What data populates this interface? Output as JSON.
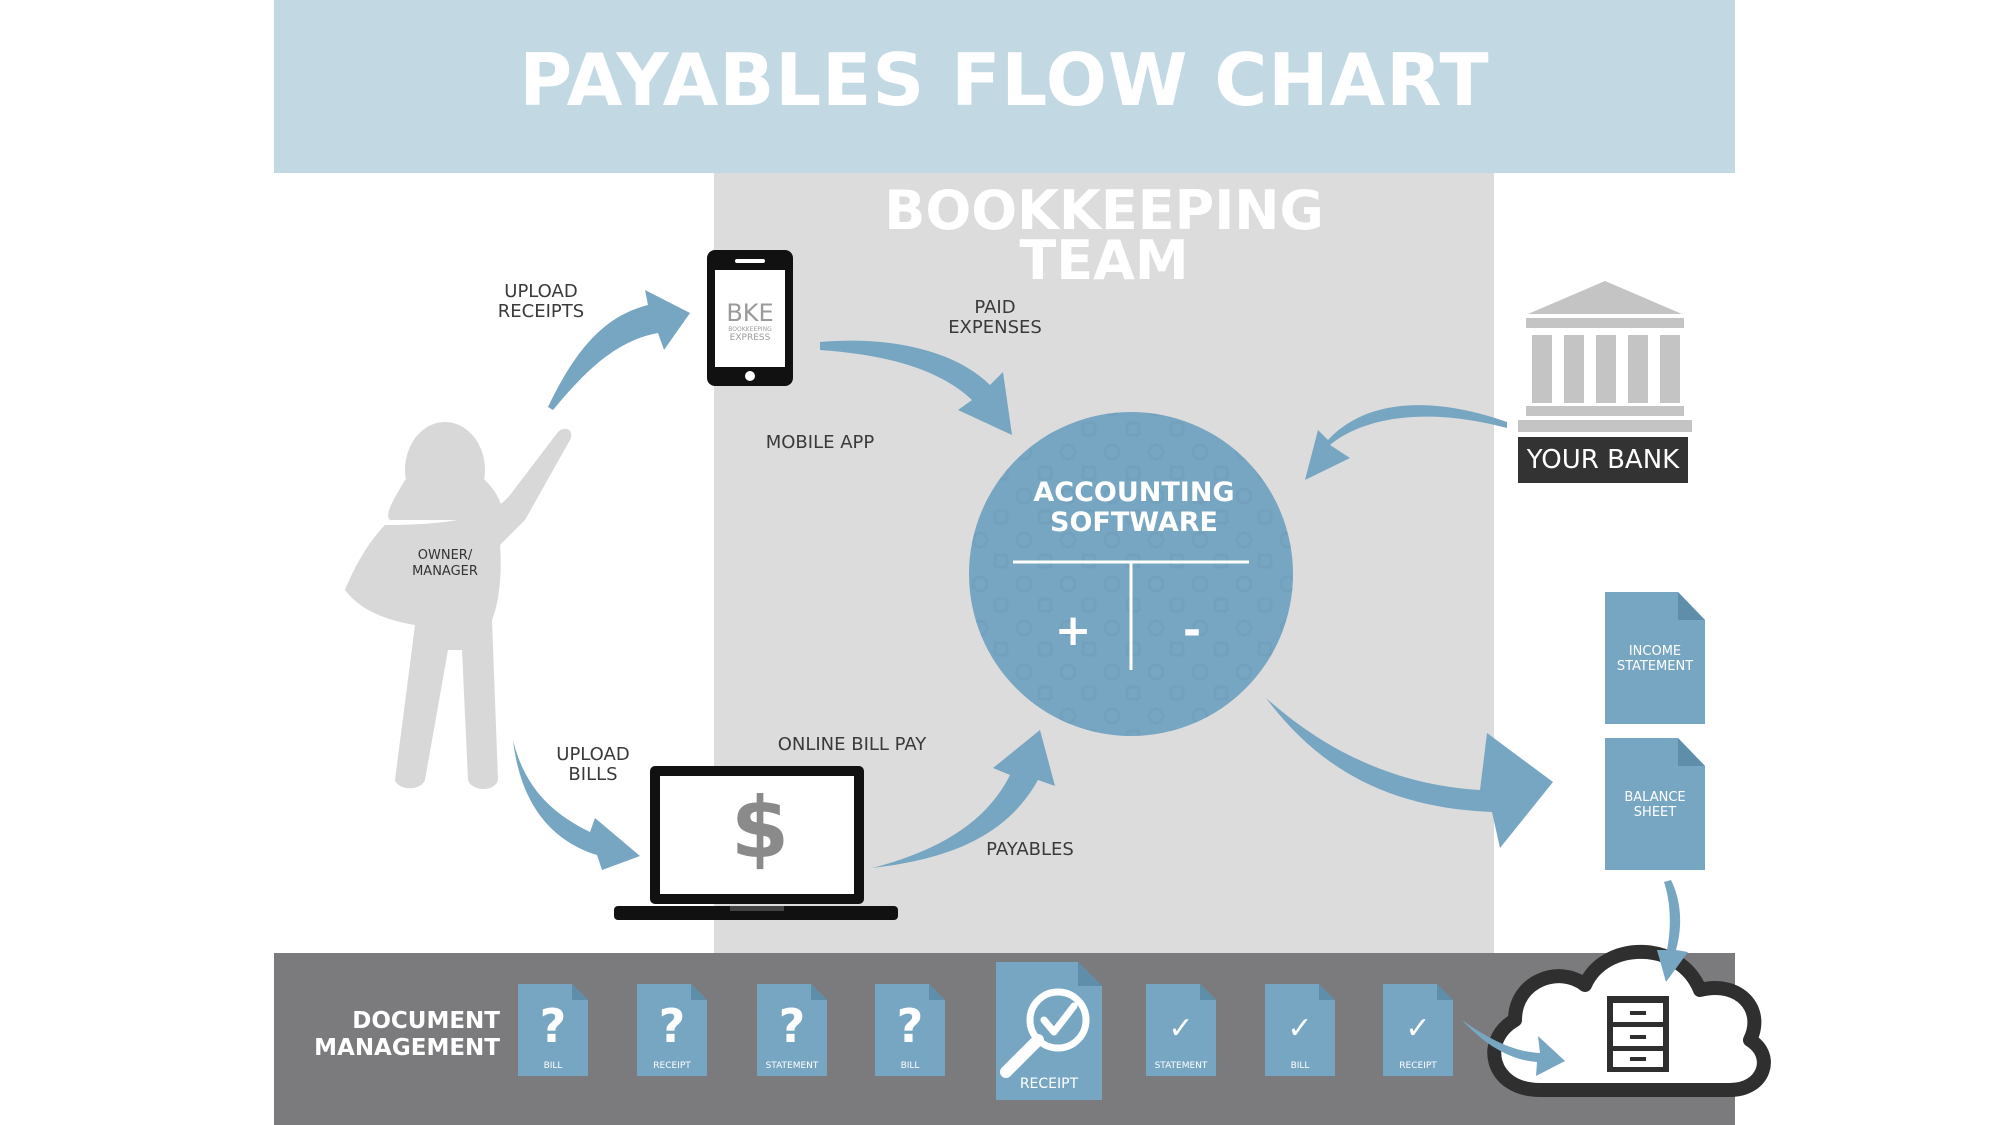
{
  "title": "PAYABLES FLOW CHART",
  "team_title_line1": "BOOKKEEPING",
  "team_title_line2": "TEAM",
  "owner_label_line1": "OWNER/",
  "owner_label_line2": "MANAGER",
  "upload_receipts_line1": "UPLOAD",
  "upload_receipts_line2": "RECEIPTS",
  "upload_bills_line1": "UPLOAD",
  "upload_bills_line2": "BILLS",
  "phone_logo": "BKE",
  "phone_logo_sub1": "BOOKKEEPING",
  "phone_logo_sub2": "EXPRESS",
  "mobile_app_label": "MOBILE APP",
  "paid_expenses_line1": "PAID",
  "paid_expenses_line2": "EXPENSES",
  "online_bill_pay_label": "ONLINE BILL PAY",
  "payables_label": "PAYABLES",
  "laptop_symbol": "$",
  "accounting_line1": "ACCOUNTING",
  "accounting_line2": "SOFTWARE",
  "plus_sign": "+",
  "minus_sign": "-",
  "bank_label": "YOUR BANK",
  "income_statement_line1": "INCOME",
  "income_statement_line2": "STATEMENT",
  "balance_sheet_line1": "BALANCE",
  "balance_sheet_line2": "SHEET",
  "document_management_line1": "DOCUMENT",
  "document_management_line2": "MANAGEMENT",
  "documents": [
    {
      "status": "unknown",
      "mark": "?",
      "label": "BILL"
    },
    {
      "status": "unknown",
      "mark": "?",
      "label": "RECEIPT"
    },
    {
      "status": "unknown",
      "mark": "?",
      "label": "STATEMENT"
    },
    {
      "status": "unknown",
      "mark": "?",
      "label": "BILL"
    },
    {
      "status": "reviewing",
      "mark": "magnifier-check",
      "label": "RECEIPT"
    },
    {
      "status": "done",
      "mark": "✓",
      "label": "STATEMENT"
    },
    {
      "status": "done",
      "mark": "✓",
      "label": "BILL"
    },
    {
      "status": "done",
      "mark": "✓",
      "label": "RECEIPT"
    }
  ],
  "colors": {
    "title_band": "#c2d9e4",
    "team_band": "#dcdcdd",
    "accent_blue": "#77a6c2",
    "figure_gray": "#d8d8d8",
    "bank_gray": "#c4c4c4",
    "bank_label_bg": "#333333",
    "footer_bg": "#7b7b7d",
    "device_black": "#111111"
  }
}
